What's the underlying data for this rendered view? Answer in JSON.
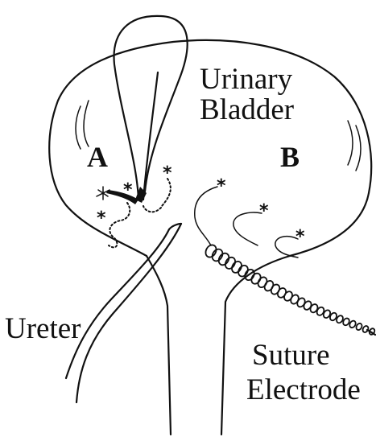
{
  "labels": {
    "urinary": "Urinary",
    "bladder": "Bladder",
    "region_a": "A",
    "region_b": "B",
    "ureter": "Ureter",
    "suture": "Suture",
    "electrode": "Electrode"
  },
  "markers": {
    "asterisk": "*"
  }
}
